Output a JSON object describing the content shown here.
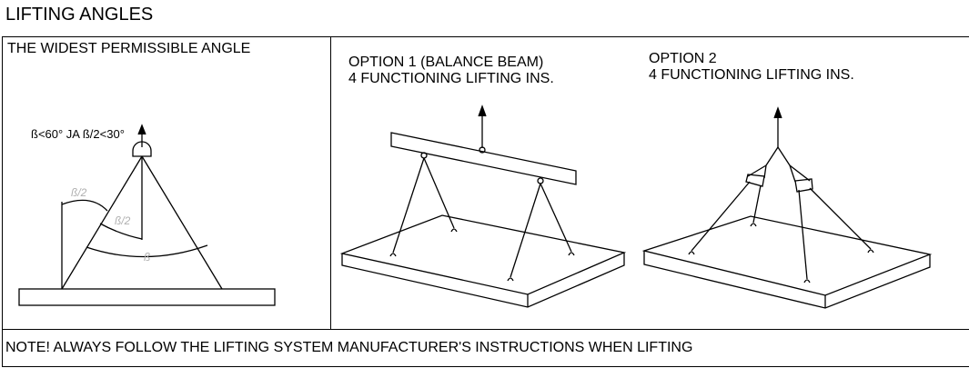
{
  "title": "LIFTING ANGLES",
  "panel1": {
    "heading": "THE WIDEST PERMISSIBLE ANGLE",
    "formula": "ß<60° JA ß/2<30°",
    "angle_half_a": "ß/2",
    "angle_half_b": "ß/2",
    "angle_full": "ß"
  },
  "panel2": {
    "line1": "OPTION 1 (BALANCE BEAM)",
    "line2": "4 FUNCTIONING LIFTING INS."
  },
  "panel3": {
    "line1": "OPTION 2",
    "line2": "4 FUNCTIONING LIFTING INS."
  },
  "note": "NOTE! ALWAYS FOLLOW THE LIFTING SYSTEM MANUFACTURER'S INSTRUCTIONS WHEN LIFTING",
  "colors": {
    "line": "#000000",
    "angle_label": "#b0b0b0"
  }
}
